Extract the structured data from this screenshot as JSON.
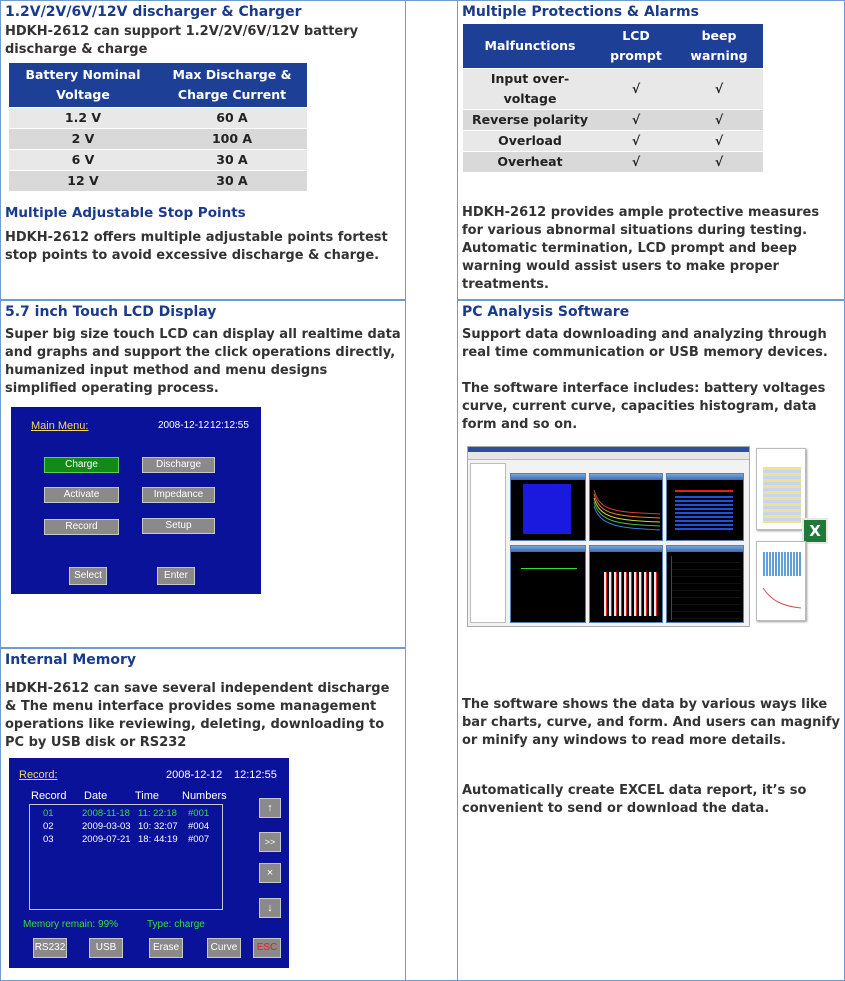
{
  "cells": {
    "discharger": {
      "title": "1.2V/2V/6V/12V discharger & Charger",
      "text": "HDKH-2612 can support 1.2V/2V/6V/12V battery discharge & charge",
      "table": {
        "headers": [
          "Battery Nominal Voltage",
          "Max Discharge & Charge Current"
        ],
        "rows": [
          [
            "1.2 V",
            "60 A"
          ],
          [
            "2 V",
            "100 A"
          ],
          [
            "6 V",
            "30 A"
          ],
          [
            "12 V",
            "30 A"
          ]
        ]
      },
      "subtitle": "Multiple Adjustable Stop Points",
      "subtext": "HDKH-2612 offers multiple adjustable points fortest stop points to avoid excessive discharge & charge."
    },
    "protections": {
      "title": "Multiple Protections & Alarms",
      "table": {
        "headers": [
          "Malfunctions",
          "LCD prompt",
          "beep warning"
        ],
        "rows": [
          [
            "Input over-voltage",
            "√",
            "√"
          ],
          [
            "Reverse polarity",
            "√",
            "√"
          ],
          [
            "Overload",
            "√",
            "√"
          ],
          [
            "Overheat",
            "√",
            "√"
          ]
        ]
      },
      "text": "HDKH-2612 provides ample protective measures for various abnormal situations during testing. Automatic termination, LCD prompt and beep warning would assist users to make proper treatments."
    },
    "lcd": {
      "title": "5.7 inch Touch LCD Display",
      "text": "Super big size touch LCD can display all realtime data and graphs and support the click operations directly, humanized input method and menu designs simplified operating process.",
      "screen": {
        "menu_title": "Main Menu:",
        "date": "2008-12-12",
        "time": "12:12:55",
        "buttons": [
          "Charge",
          "Discharge",
          "Activate",
          "Impedance",
          "Record",
          "Setup",
          "Select",
          "Enter"
        ]
      }
    },
    "software": {
      "title": "PC Analysis Software",
      "text1": "Support data downloading and analyzing through real time communication or USB memory devices.",
      "text2": "The software interface includes: battery voltages curve, current curve, capacities histogram, data form and so on.",
      "text3": "The software shows the data by various ways like bar charts, curve, and form. And users can magnify or minify any windows to read more details.",
      "text4": "Automatically create EXCEL data report, it’s so convenient to send or download the data."
    },
    "memory": {
      "title": "Internal Memory",
      "text": "HDKH-2612 can save several independent discharge & The menu interface provides some management operations like reviewing, deleting, downloading to PC by USB disk or RS232",
      "screen": {
        "title": "Record:",
        "date": "2008-12-12",
        "time": "12:12:55",
        "headers": [
          "Record",
          "Date",
          "Time",
          "Numbers"
        ],
        "rows": [
          [
            "01",
            "2008-11-18",
            "11: 22:18",
            "#001"
          ],
          [
            "02",
            "2009-03-03",
            "10: 32:07",
            "#004"
          ],
          [
            "03",
            "2009-07-21",
            "18: 44:19",
            "#007"
          ]
        ],
        "side_buttons": [
          "↑",
          ">>",
          "×",
          "↓"
        ],
        "memory_label": "Memory remain: 99%",
        "type_label": "Type: charge",
        "bottom_buttons": [
          "RS232",
          "USB",
          "Erase",
          "Curve",
          "ESC"
        ]
      }
    }
  }
}
